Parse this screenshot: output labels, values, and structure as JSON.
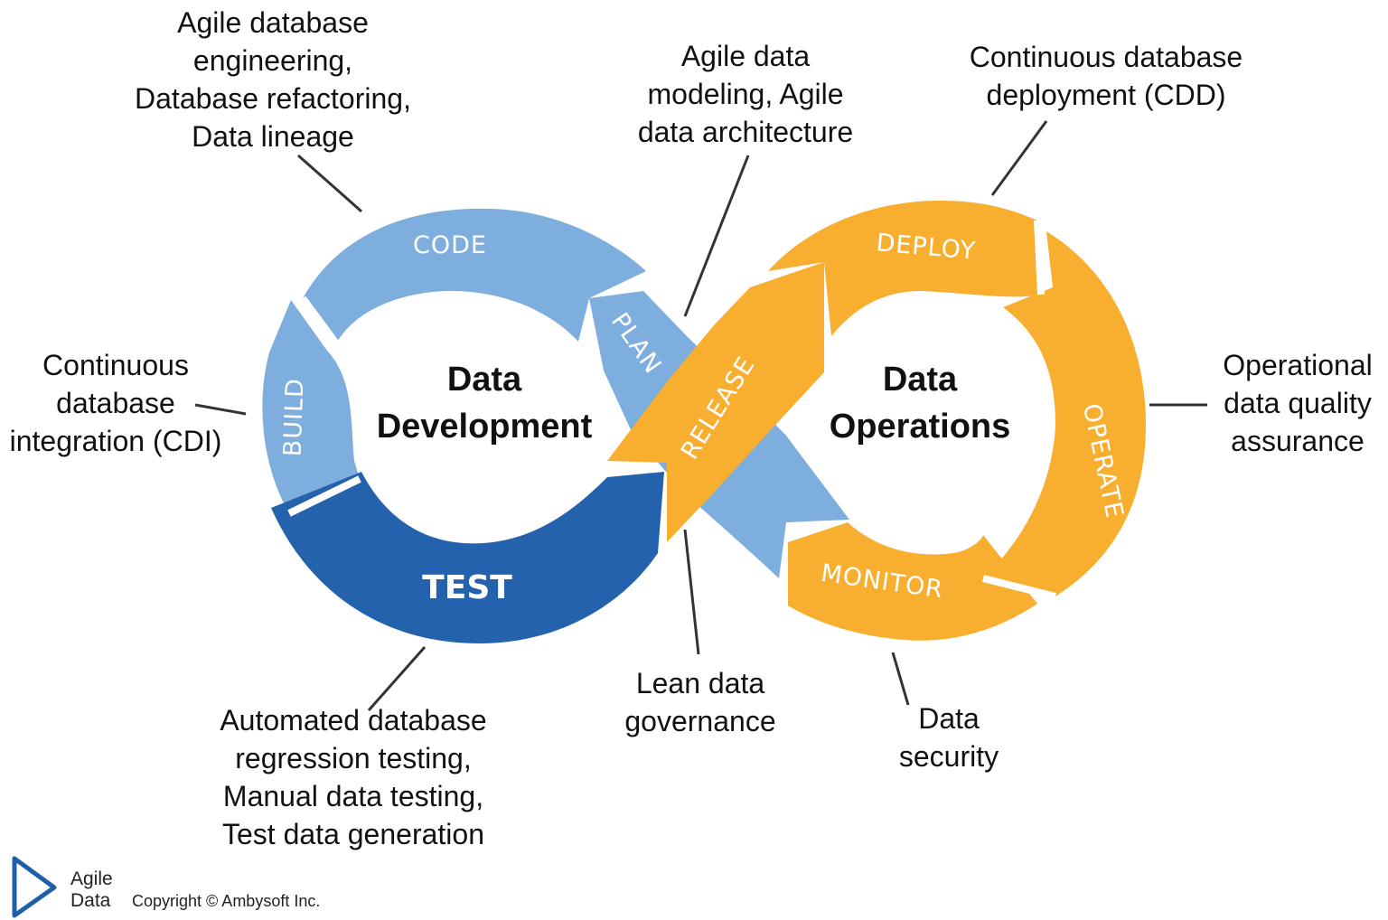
{
  "diagram": {
    "left_loop": {
      "title_line1": "Data",
      "title_line2": "Development",
      "stages": {
        "code": "CODE",
        "build": "BUILD",
        "test": "TEST",
        "plan": "PLAN"
      }
    },
    "right_loop": {
      "title_line1": "Data",
      "title_line2": "Operations",
      "stages": {
        "release": "RELEASE",
        "deploy": "DEPLOY",
        "operate": "OPERATE",
        "monitor": "MONITOR"
      }
    },
    "annotations": {
      "code_practices": [
        "Agile database",
        "engineering,",
        "Database refactoring,",
        "Data lineage"
      ],
      "plan_practices": [
        "Agile data",
        "modeling, Agile",
        "data architecture"
      ],
      "deploy_practices": [
        "Continuous database",
        "deployment (CDD)"
      ],
      "build_practices": [
        "Continuous",
        "database",
        "integration (CDI)"
      ],
      "operate_practices": [
        "Operational",
        "data quality",
        "assurance"
      ],
      "test_practices": [
        "Automated database",
        "regression testing,",
        "Manual data testing,",
        "Test data generation"
      ],
      "release_practices": [
        "Lean data",
        "governance"
      ],
      "monitor_practices": [
        "Data",
        "security"
      ]
    },
    "colors": {
      "light_blue": "#7eaede",
      "dark_blue": "#2462ae",
      "orange": "#f8ae2e",
      "text": "#111111",
      "leader_line": "#333333",
      "logo_blue": "#1f5fa8"
    }
  },
  "footer": {
    "logo_line1": "Agile",
    "logo_line2": "Data",
    "copyright": "Copyright © Ambysoft Inc."
  }
}
